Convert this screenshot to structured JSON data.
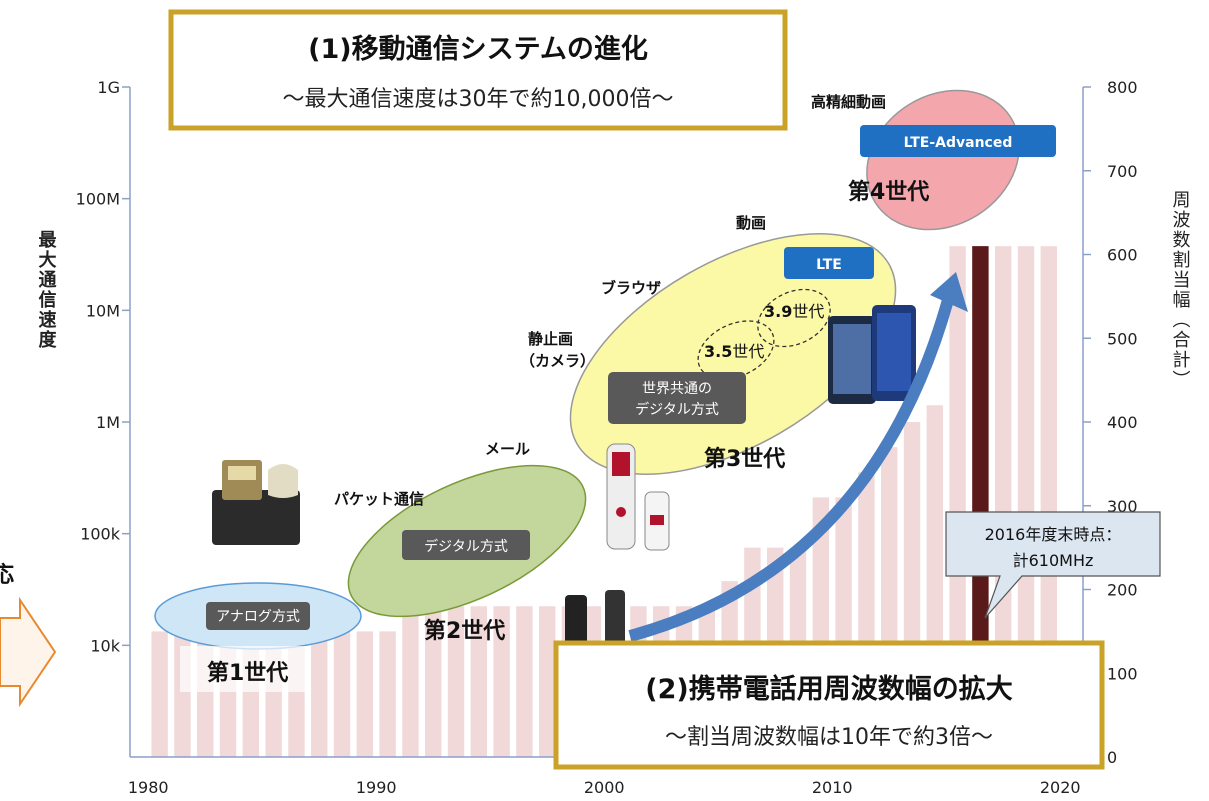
{
  "chart_data": {
    "type": "bar",
    "x": [
      1980,
      1981,
      1982,
      1983,
      1984,
      1985,
      1986,
      1987,
      1988,
      1989,
      1990,
      1991,
      1992,
      1993,
      1994,
      1995,
      1996,
      1997,
      1998,
      1999,
      2000,
      2001,
      2002,
      2003,
      2004,
      2005,
      2006,
      2007,
      2008,
      2009,
      2010,
      2011,
      2012,
      2013,
      2014,
      2015,
      2016,
      2017,
      2018,
      2019
    ],
    "values": [
      150,
      150,
      150,
      150,
      150,
      150,
      150,
      150,
      150,
      150,
      150,
      180,
      180,
      180,
      180,
      180,
      180,
      180,
      180,
      180,
      180,
      180,
      180,
      180,
      180,
      210,
      250,
      250,
      250,
      310,
      310,
      340,
      370,
      400,
      420,
      610,
      610,
      610,
      610,
      610
    ],
    "highlight_x": 2016,
    "highlight_label": "2016年度末時点：\n計610MHz",
    "bar_color": "#f2d9d9",
    "highlight_color": "#5a1a1a",
    "xlim": [
      1979.2,
      2021
    ],
    "x_ticks": [
      "1980",
      "1990",
      "2000",
      "2010",
      "2020"
    ],
    "y_left_label": "最大通信速度",
    "y_left_ticks": [
      "10k",
      "100k",
      "1M",
      "10M",
      "100M",
      "1G"
    ],
    "y_right_label": "周波数割当幅（合計）",
    "y_right_ticks": [
      "0",
      "100",
      "200",
      "300",
      "400",
      "500",
      "600",
      "700",
      "800"
    ],
    "y_right_lim": [
      0,
      800
    ]
  },
  "title_box": {
    "title": "(1)移動通信システムの進化",
    "subtitle": "〜最大通信速度は30年で約10,000倍〜",
    "border_color": "#c9a227"
  },
  "bottom_box": {
    "title": "(2)携帯電話用周波数幅の拡大",
    "subtitle": "〜割当周波数幅は10年で約3倍〜",
    "border_color": "#c9a227"
  },
  "generations": {
    "g1": "第1世代",
    "g2": "第2世代",
    "g3": "第3世代",
    "g4": "第4世代"
  },
  "tech_tags": {
    "analog": "アナログ方式",
    "digital": "デジタル方式",
    "global_line1": "世界共通の",
    "global_line2": "デジタル方式",
    "lte": "LTE",
    "lte_adv": "LTE-Advanced"
  },
  "sub_generations": {
    "g35_num": "3.5",
    "g35_text": "世代",
    "g39_num": "3.9",
    "g39_text": "世代"
  },
  "services": {
    "packet": "パケット通信",
    "mail": "メール",
    "photo_line1": "静止画",
    "photo_line2": "（カメラ）",
    "browser": "ブラウザ",
    "video": "動画",
    "hd_video": "高精細動画"
  },
  "left_cut_char": "応",
  "colors": {
    "ellipse_g1": "#cfe6f7",
    "ellipse_g2": "#c3d69b",
    "ellipse_g3": "#fbf8a6",
    "ellipse_g4": "#f4a6ad",
    "tag_dark": "#595959",
    "tag_blue": "#1f6fc2",
    "arrow_blue": "#4a7ec1",
    "orange_arrow": "#e8892f",
    "callout_fill": "#dce6f1"
  }
}
